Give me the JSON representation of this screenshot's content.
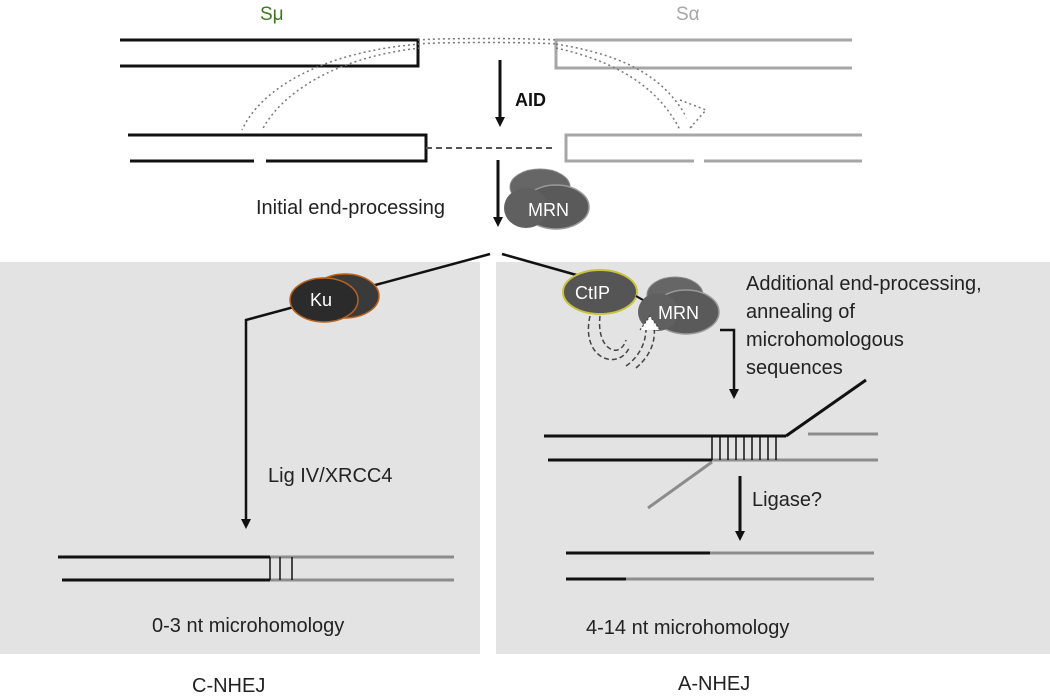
{
  "regions": {
    "s_mu": "Sμ",
    "s_alpha": "Sα"
  },
  "steps": {
    "aid": "AID",
    "initial_processing": "Initial end-processing",
    "lig4": "Lig IV/XRCC4",
    "ligase": "Ligase?"
  },
  "additional_processing": [
    "Additional end-processing,",
    "annealing of",
    "microhomologous",
    "sequences"
  ],
  "proteins": {
    "mrn": "MRN",
    "ku": "Ku",
    "ctip": "CtIP"
  },
  "outcomes": {
    "c_microhomology": "0-3 nt microhomology",
    "a_microhomology": "4-14 nt microhomology",
    "c_nhej": "C-NHEJ",
    "a_nhej": "A-NHEJ"
  },
  "colors": {
    "s_mu": "#3d7a1e",
    "s_alpha": "#a6a6a6",
    "panel": "#e3e3e3",
    "dna_black": "#111111",
    "dna_gray": "#8c8c8c",
    "mrn": "#5a5a5a",
    "ku": "#2b2b2b",
    "ku_border": "#b8621c",
    "ctip_border": "#c9c23c"
  }
}
